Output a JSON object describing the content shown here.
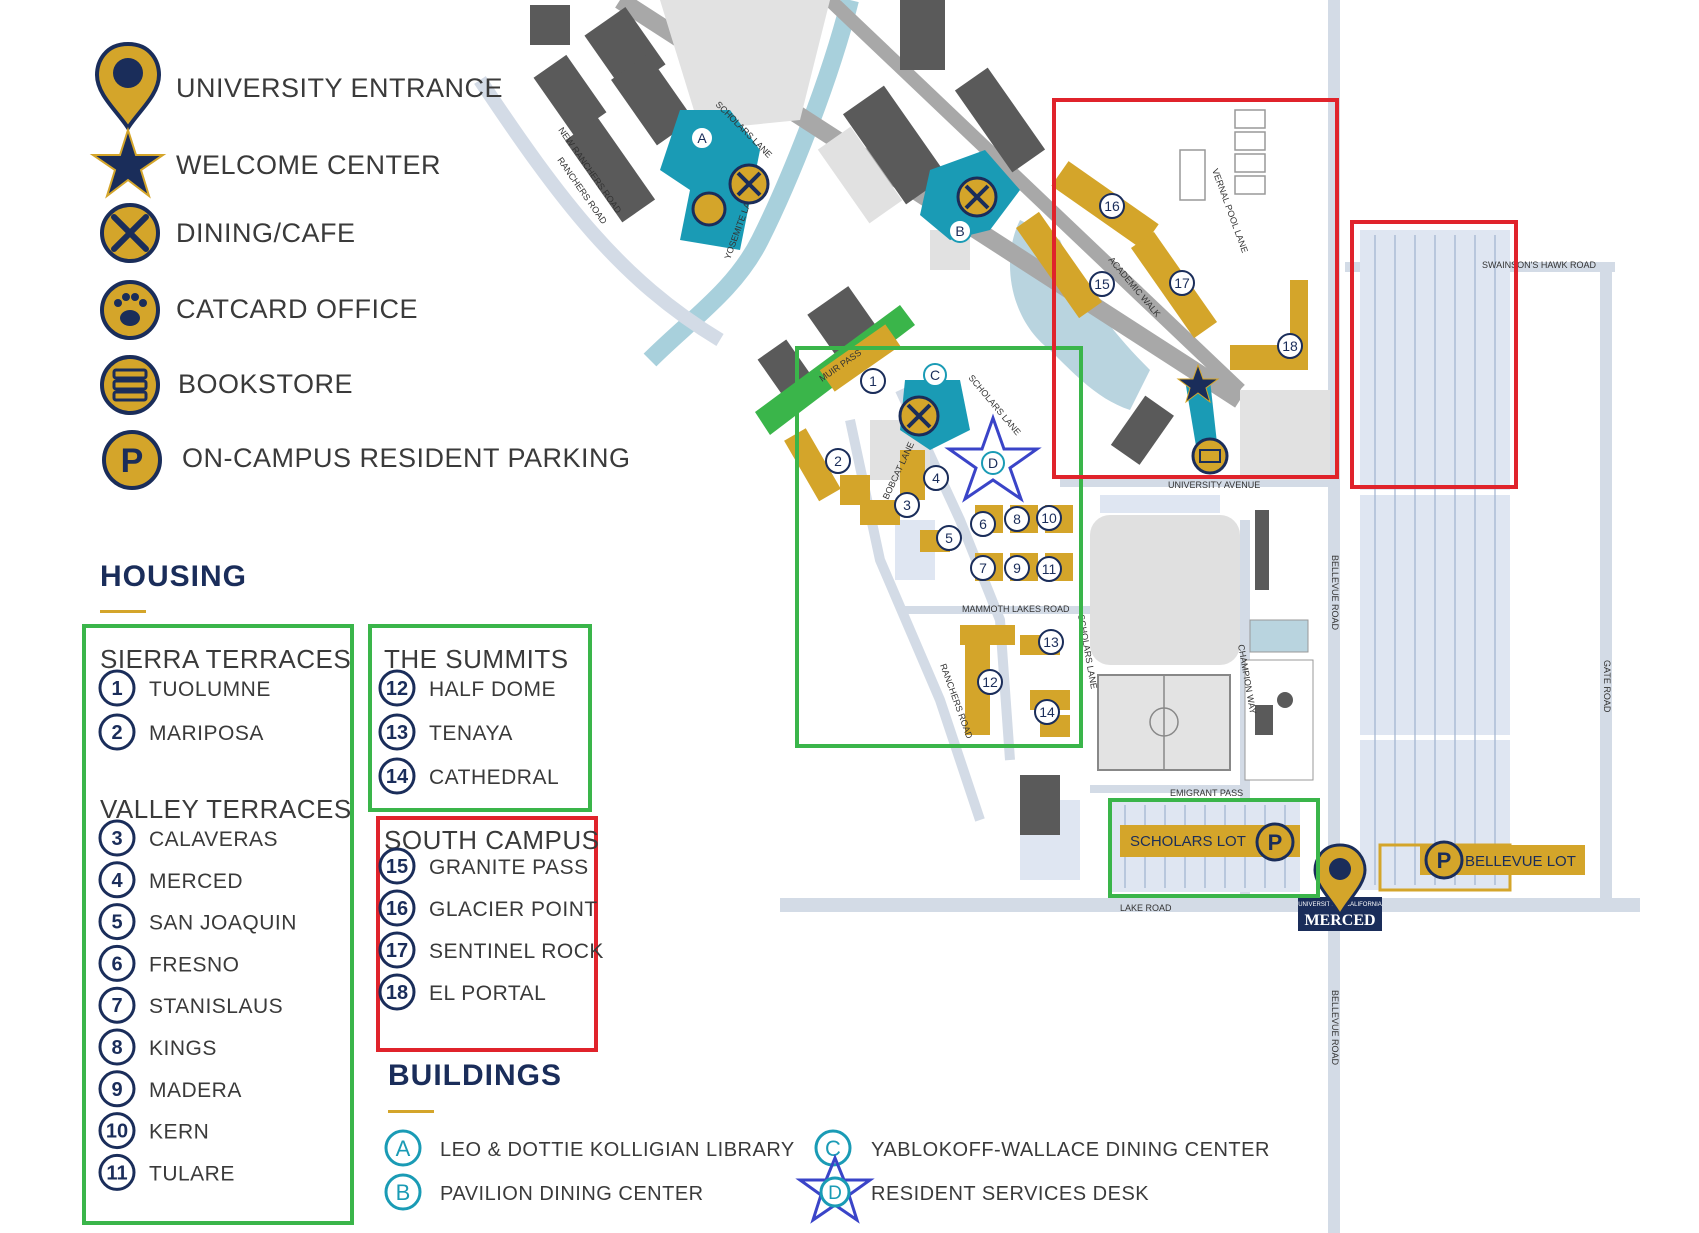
{
  "legend": {
    "entrance": "UNIVERSITY ENTRANCE",
    "welcome": "WELCOME CENTER",
    "dining": "DINING/CAFE",
    "catcard": "CATCARD OFFICE",
    "bookstore": "BOOKSTORE",
    "parking": "ON-CAMPUS RESIDENT PARKING",
    "parking_letter": "P"
  },
  "housing": {
    "title": "HOUSING",
    "sierra": {
      "title": "SIERRA TERRACES",
      "items": [
        {
          "n": "1",
          "name": "TUOLUMNE"
        },
        {
          "n": "2",
          "name": "MARIPOSA"
        }
      ]
    },
    "valley": {
      "title": "VALLEY TERRACES",
      "items": [
        {
          "n": "3",
          "name": "CALAVERAS"
        },
        {
          "n": "4",
          "name": "MERCED"
        },
        {
          "n": "5",
          "name": "SAN JOAQUIN"
        },
        {
          "n": "6",
          "name": "FRESNO"
        },
        {
          "n": "7",
          "name": "STANISLAUS"
        },
        {
          "n": "8",
          "name": "KINGS"
        },
        {
          "n": "9",
          "name": "MADERA"
        },
        {
          "n": "10",
          "name": "KERN"
        },
        {
          "n": "11",
          "name": "TULARE"
        }
      ]
    },
    "summits": {
      "title": "THE SUMMITS",
      "items": [
        {
          "n": "12",
          "name": "HALF DOME"
        },
        {
          "n": "13",
          "name": "TENAYA"
        },
        {
          "n": "14",
          "name": "CATHEDRAL"
        }
      ]
    },
    "south": {
      "title": "SOUTH CAMPUS",
      "items": [
        {
          "n": "15",
          "name": "GRANITE PASS"
        },
        {
          "n": "16",
          "name": "GLACIER POINT"
        },
        {
          "n": "17",
          "name": "SENTINEL ROCK"
        },
        {
          "n": "18",
          "name": "EL PORTAL"
        }
      ]
    }
  },
  "buildings": {
    "title": "BUILDINGS",
    "items": [
      {
        "letter": "A",
        "name": "LEO & DOTTIE KOLLIGIAN LIBRARY"
      },
      {
        "letter": "B",
        "name": "PAVILION DINING CENTER"
      },
      {
        "letter": "C",
        "name": "YABLOKOFF-WALLACE DINING CENTER"
      },
      {
        "letter": "D",
        "name": "RESIDENT SERVICES DESK"
      }
    ]
  },
  "map": {
    "roads": {
      "new_ranchers": "NEW RANCHERS ROAD",
      "ranchers": "RANCHERS ROAD",
      "scholars_lane": "SCHOLARS LANE",
      "vernal_pool": "VERNAL POOL LANE",
      "academic_walk": "ACADEMIC WALK",
      "university_ave": "UNIVERSITY AVENUE",
      "swainsons": "SWAINSON'S HAWK ROAD",
      "bellevue": "BELLEVUE ROAD",
      "gate": "GATE ROAD",
      "mammoth": "MAMMOTH LAKES ROAD",
      "bobcat": "BOBCAT LANE",
      "champion": "CHAMPION WAY",
      "emigrant": "EMIGRANT PASS",
      "lake": "LAKE ROAD",
      "muir": "MUIR PASS",
      "yosemite": "YOSEMITE LAKE"
    },
    "lots": {
      "scholars": "SCHOLARS LOT",
      "bellevue": "BELLEVUE LOT"
    },
    "logo": {
      "top": "UNIVERSITY OF CALIFORNIA",
      "name": "MERCED"
    }
  },
  "colors": {
    "gold": "#d4a52a",
    "navy": "#1a2d5a",
    "teal": "#1a9bb5",
    "gray": "#5a5a5a",
    "road": "#d3dbe6",
    "green": "#3ab54a",
    "red": "#e0232b",
    "blue": "#3a44c8"
  }
}
